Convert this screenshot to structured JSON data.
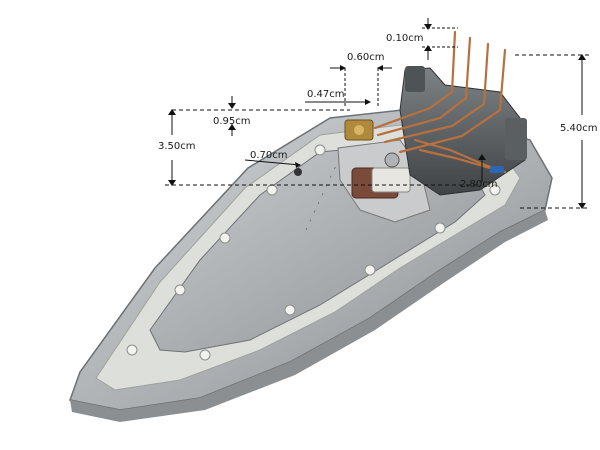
{
  "dimensions": {
    "d_top": "0.10cm",
    "d_width_terminal": "0.60cm",
    "d_terminal_gap": "0.47cm",
    "d_upper_gap": "0.95cm",
    "d_height": "3.50cm",
    "d_hole": "0.70cm",
    "d_side_height": "5.40cm",
    "d_pin": "2.80cm"
  },
  "colors": {
    "background": "#ffffff",
    "soleplate": "#b9bcbe",
    "heater": "#9fa3a5",
    "frame": "#d8dbd6",
    "copper": "#b8703f",
    "dimension_line": "#111111"
  }
}
